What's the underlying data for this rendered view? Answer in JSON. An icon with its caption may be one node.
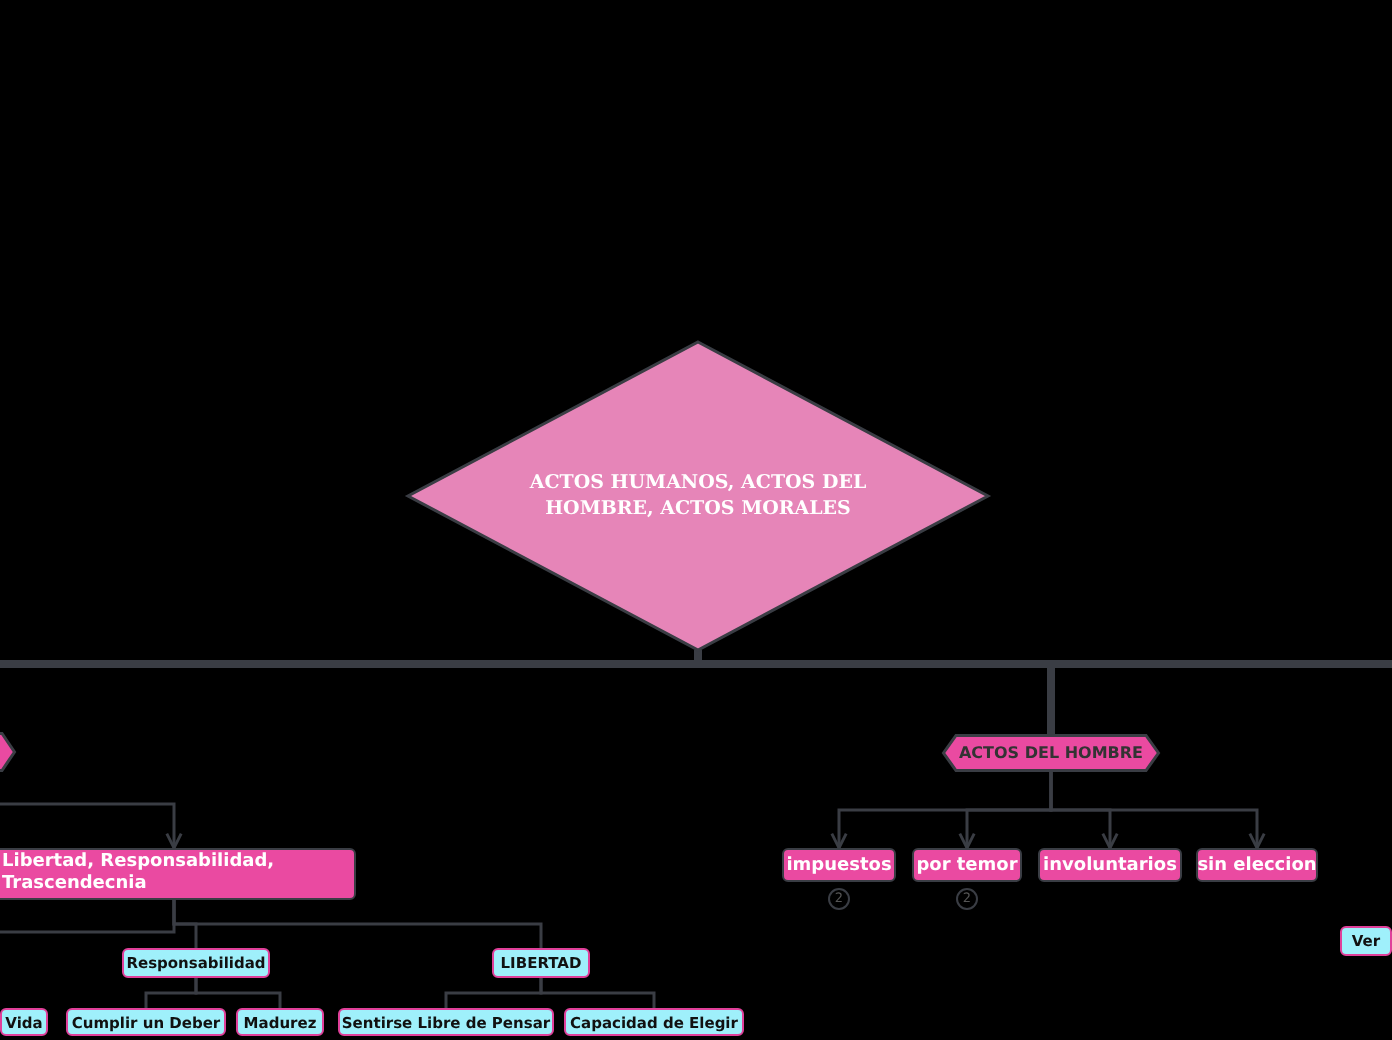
{
  "diagram": {
    "nodes": [
      {
        "text": [
          "ACTOS HUMANOS, ACTOS DEL HOMBRE, ACTOS MORALES"
        ]
      },
      {
        "text": [],
        "shape": "hexagon"
      },
      {
        "text": [
          "ACTOS DEL HOMBRE"
        ]
      },
      {
        "text": [
          "Libertad, Responsabilidad, Trascendecnia"
        ]
      },
      {
        "text": [
          "impuestos"
        ],
        "beside": [
          "2"
        ]
      },
      {
        "text": [
          "por temor"
        ],
        "beside": [
          "2"
        ]
      },
      {
        "text": [
          "involuntarios"
        ]
      },
      {
        "text": [
          "sin eleccion"
        ]
      },
      {
        "text": [
          "Responsabilidad"
        ]
      },
      {
        "text": [
          "LIBERTAD"
        ]
      },
      {
        "text": [
          "Vida"
        ]
      },
      {
        "text": [
          "Cumplir un Deber"
        ]
      },
      {
        "text": [
          "Madurez"
        ]
      },
      {
        "text": [
          "Sentirse Libre de Pensar"
        ]
      },
      {
        "text": [
          "Capacidad de Elegir"
        ]
      },
      {
        "text": [
          "Ver"
        ]
      }
    ],
    "edges": [
      {
        "from": 0,
        "to": 1,
        "arrow": "none",
        "style": "thick"
      },
      {
        "from": 0,
        "to": 2,
        "arrow": "none",
        "style": "thick"
      },
      {
        "from": 0,
        "to": null,
        "arrow": "none",
        "style": "thick"
      },
      {
        "from": 1,
        "to": 3,
        "arrow": "to"
      },
      {
        "from": 2,
        "to": 4,
        "arrow": "to"
      },
      {
        "from": 2,
        "to": 5,
        "arrow": "to"
      },
      {
        "from": 2,
        "to": 6,
        "arrow": "to"
      },
      {
        "from": 2,
        "to": 7,
        "arrow": "to"
      },
      {
        "from": 3,
        "to": 8,
        "arrow": "none"
      },
      {
        "from": 3,
        "to": 9,
        "arrow": "none"
      },
      {
        "from": 3,
        "to": null,
        "arrow": "none"
      },
      {
        "from": 8,
        "to": 11,
        "arrow": "none"
      },
      {
        "from": 8,
        "to": 12,
        "arrow": "none"
      },
      {
        "from": 9,
        "to": 13,
        "arrow": "none"
      },
      {
        "from": 9,
        "to": 14,
        "arrow": "none"
      }
    ]
  }
}
